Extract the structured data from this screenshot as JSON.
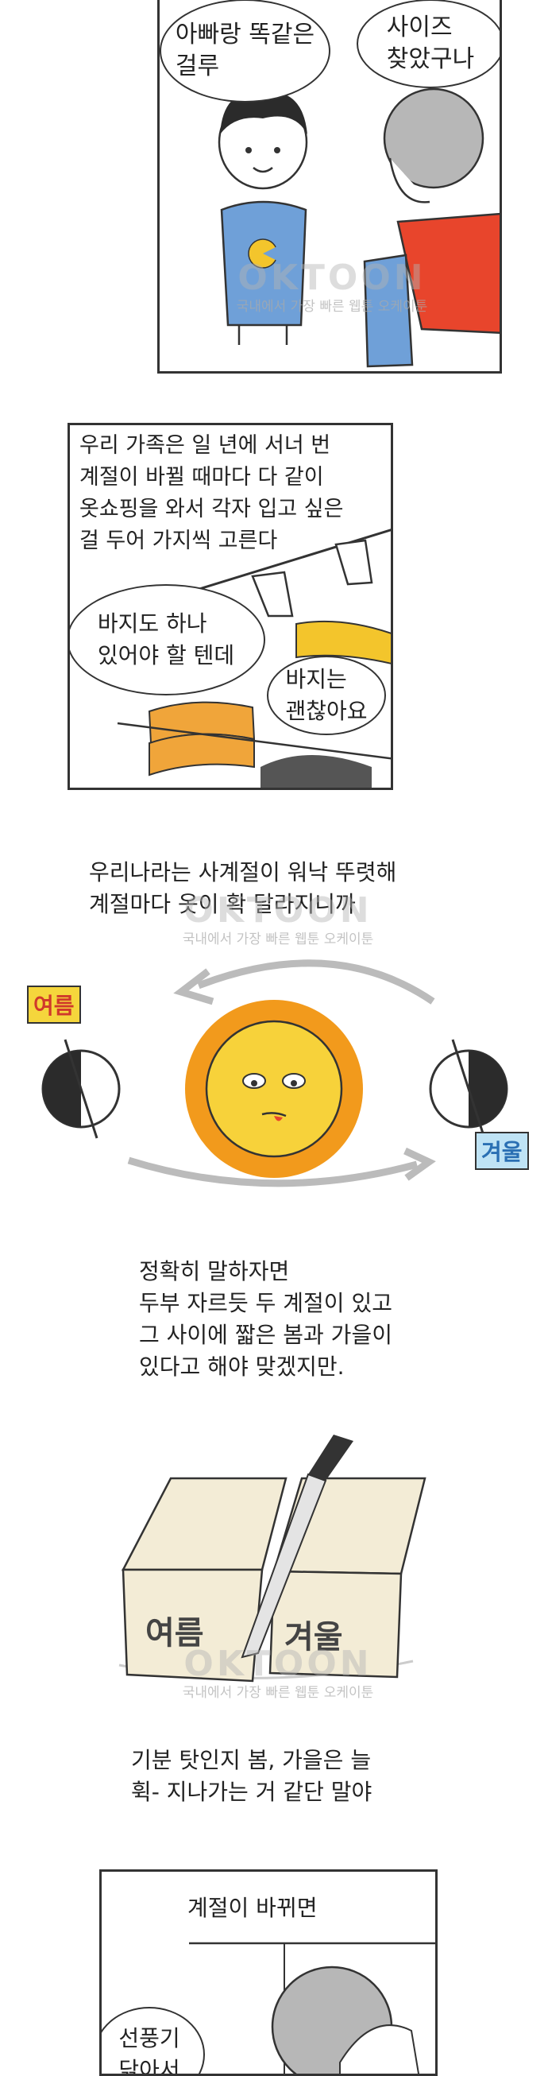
{
  "panel1": {
    "bubble_left": "아빠랑 똑같은\n걸루",
    "bubble_right": "사이즈\n찾았구나"
  },
  "panel2": {
    "narration": "우리 가족은 일 년에 서너 번\n계절이 바뀔 때마다 다 같이\n옷쇼핑을 와서 각자 입고 싶은\n걸 두어 가지씩 고른다",
    "bubble_left": "바지도 하나\n있어야 할 텐데",
    "bubble_right": "바지는\n괜찮아요"
  },
  "panel3": {
    "narration": "우리나라는 사계절이 워낙 뚜렷해\n계절마다 옷이 확 달라지니까",
    "label_summer": "여름",
    "label_winter": "겨울"
  },
  "panel4": {
    "narration": "정확히 말하자면\n두부 자르듯 두 계절이 있고\n그 사이에 짧은 봄과 가을이\n있다고 해야 맞겠지만."
  },
  "panel5": {
    "block_left": "여름",
    "block_right": "겨울",
    "narration": "기분 탓인지 봄, 가을은 늘\n휙- 지나가는 거 같단 말야"
  },
  "panel6": {
    "narration": "계절이 바뀌면",
    "bubble": "선풍기\n닦아서"
  },
  "watermark": {
    "logo": "OKTOON",
    "tagline": "국내에서 가장 빠른 웹툰 오케이툰"
  },
  "colors": {
    "shirt_red": "#e8452c",
    "shirt_blue": "#6fa0d8",
    "sun_yellow": "#f7d23a",
    "sun_orange": "#f29a1c",
    "towel_yellow": "#f3c52c",
    "towel_orange": "#f0a53a",
    "tofu": "#f3ecd6",
    "summer_tag_bg": "#f5d63c",
    "summer_tag_fg": "#d0392b",
    "winter_tag_bg": "#bfe3f5",
    "winter_tag_fg": "#2a6fb3"
  }
}
